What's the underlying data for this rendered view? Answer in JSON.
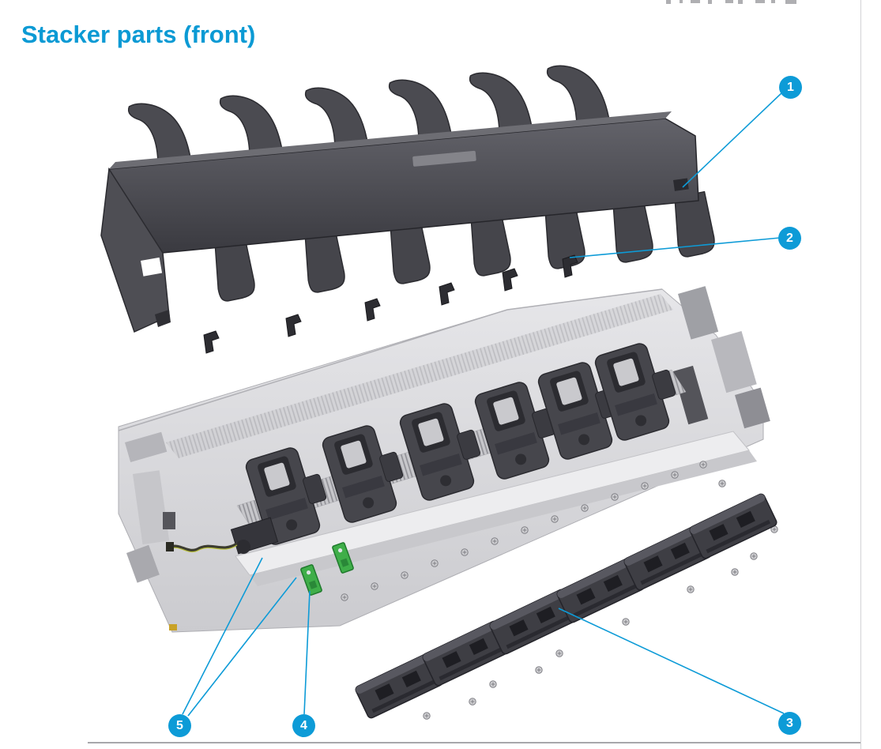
{
  "page": {
    "title": "Stacker parts (front)"
  },
  "figure": {
    "callouts": [
      {
        "number": "1"
      },
      {
        "number": "2"
      },
      {
        "number": "3"
      },
      {
        "number": "4"
      },
      {
        "number": "5"
      }
    ]
  },
  "colors": {
    "accent_blue": "#0d9bd7",
    "title_blue": "#0b9ad4",
    "part_dark_gray": "#45454b",
    "part_light_gray": "#d8d8db",
    "pcb_green": "#3fae49",
    "page_border_gray": "#a7a7ab"
  }
}
